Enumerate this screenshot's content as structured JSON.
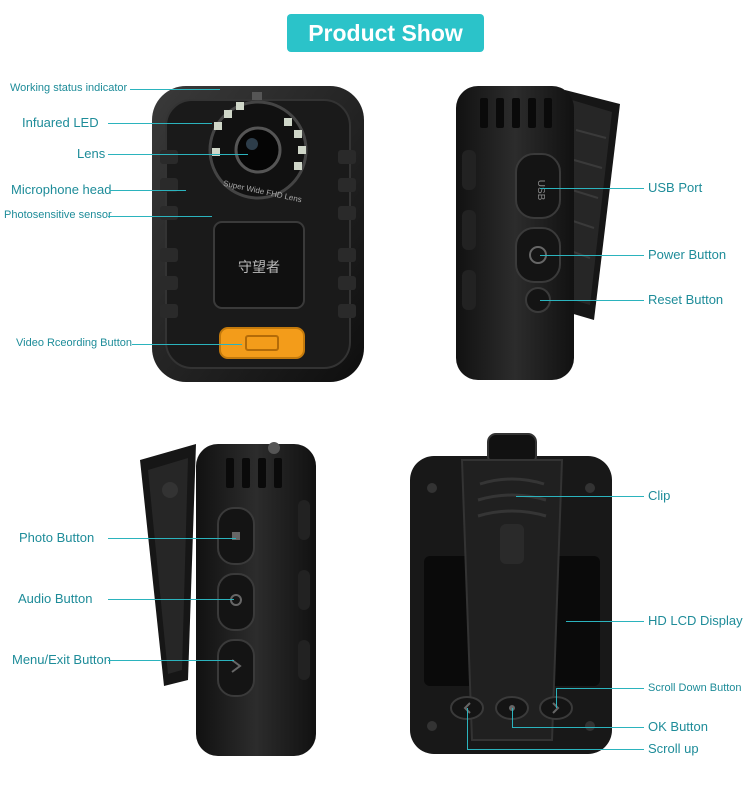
{
  "banner": {
    "title": "Product Show"
  },
  "front": {
    "working_status": "Working status indicator",
    "infrared_led": "Infuared LED",
    "lens": "Lens",
    "microphone": "Microphone head",
    "photosensor": "Photosensitive sensor",
    "video_button": "Video Rceording Button",
    "lens_text": "Super Wide FHD Lens",
    "brand": "守望者"
  },
  "side_right": {
    "usb": "USB Port",
    "power": "Power Button",
    "reset": "Reset Button",
    "usb_mark": "USB"
  },
  "side_left": {
    "photo": "Photo Button",
    "audio": "Audio Button",
    "menu": "Menu/Exit Button"
  },
  "back": {
    "clip": "Clip",
    "lcd": "HD LCD Display",
    "scroll_down": "Scroll Down Button",
    "ok": "OK Button",
    "scroll_up": "Scroll up"
  },
  "colors": {
    "accent": "#2bc3c9",
    "label": "#1e8c99",
    "device": "#1c1c1c",
    "record": "#f39c1a"
  }
}
